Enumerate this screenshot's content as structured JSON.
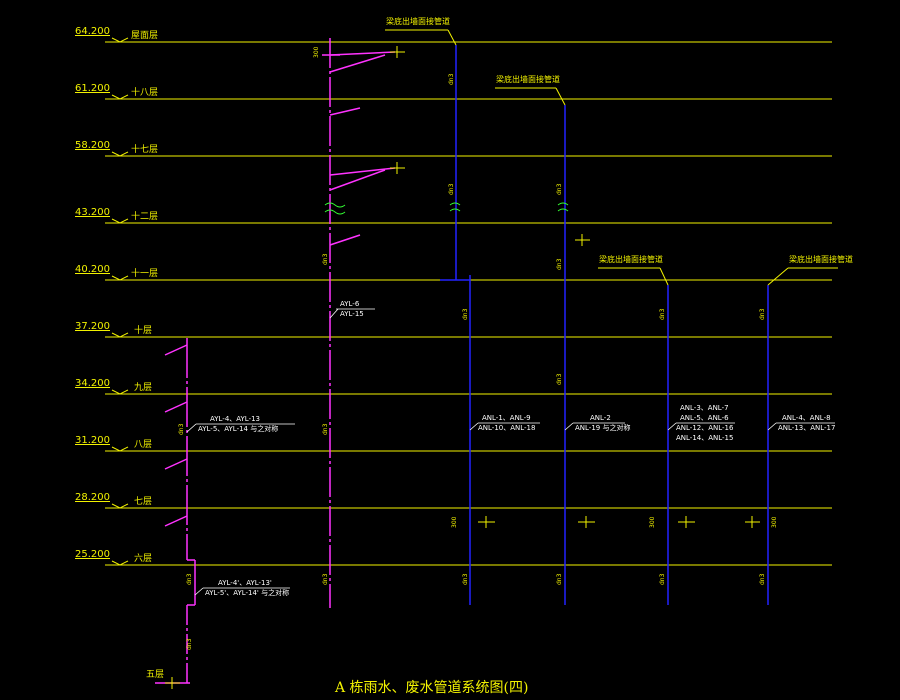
{
  "title": "A 栋雨水、废水管道系统图(四)",
  "floors": [
    {
      "elevation": "64.200",
      "name": "屋面层"
    },
    {
      "elevation": "61.200",
      "name": "十八层"
    },
    {
      "elevation": "58.200",
      "name": "十七层"
    },
    {
      "elevation": "43.200",
      "name": "十二层"
    },
    {
      "elevation": "40.200",
      "name": "十一层"
    },
    {
      "elevation": "37.200",
      "name": "十层"
    },
    {
      "elevation": "34.200",
      "name": "九层"
    },
    {
      "elevation": "31.200",
      "name": "八层"
    },
    {
      "elevation": "28.200",
      "name": "七层"
    },
    {
      "elevation": "25.200",
      "name": "六层"
    }
  ],
  "bottom_floor": "五层",
  "notes": {
    "n1": "梁底出墙面接管道",
    "n2": "梁底出墙面接管道",
    "n3": "梁底出墙面接管道",
    "n4": "梁底出墙面接管道"
  },
  "pipe_labels": {
    "ayl_6": "AYL-6",
    "ayl_15": "AYL-15",
    "ayl_4_13": "AYL-4、AYL-13",
    "ayl_5_14": "AYL-5、AYL-14 与之对称",
    "ayl_4p_13p": "AYL-4'、AYL-13'",
    "ayl_5p_14p": "AYL-5'、AYL-14' 与之对称",
    "anl_1_9": "ANL-1、ANL-9",
    "anl_10_18": "ANL-10、ANL-18",
    "anl_2": "ANL-2",
    "anl_19": "ANL-19 与之对称",
    "anl_3_7": "ANL-3、ANL-7",
    "anl_5_6": "ANL-5、ANL-6",
    "anl_12_16": "ANL-12、ANL-16",
    "anl_14_15": "ANL-14、ANL-15",
    "anl_4_8": "ANL-4、ANL-8",
    "anl_13_17": "ANL-13、ANL-17"
  },
  "colors": {
    "floor_line": "#f2f200",
    "drain_pipe": "#2222ff",
    "rain_pipe": "#ff33ff",
    "label": "#ffffff",
    "symbol_green": "#33ff33",
    "background": "#000000"
  }
}
